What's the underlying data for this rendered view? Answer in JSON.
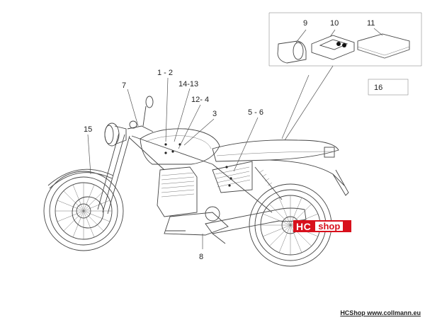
{
  "callouts": {
    "c1": "1 - 2",
    "c3": "3",
    "c56": "5 - 6",
    "c7": "7",
    "c8": "8",
    "c9": "9",
    "c10": "10",
    "c11": "11",
    "c1213": "14-13",
    "c124": "12- 4",
    "c15": "15",
    "c16": "16"
  },
  "watermark": {
    "hc": "HC",
    "shop": "shop"
  },
  "footer": {
    "text": "HCShop www.collmann.eu"
  }
}
